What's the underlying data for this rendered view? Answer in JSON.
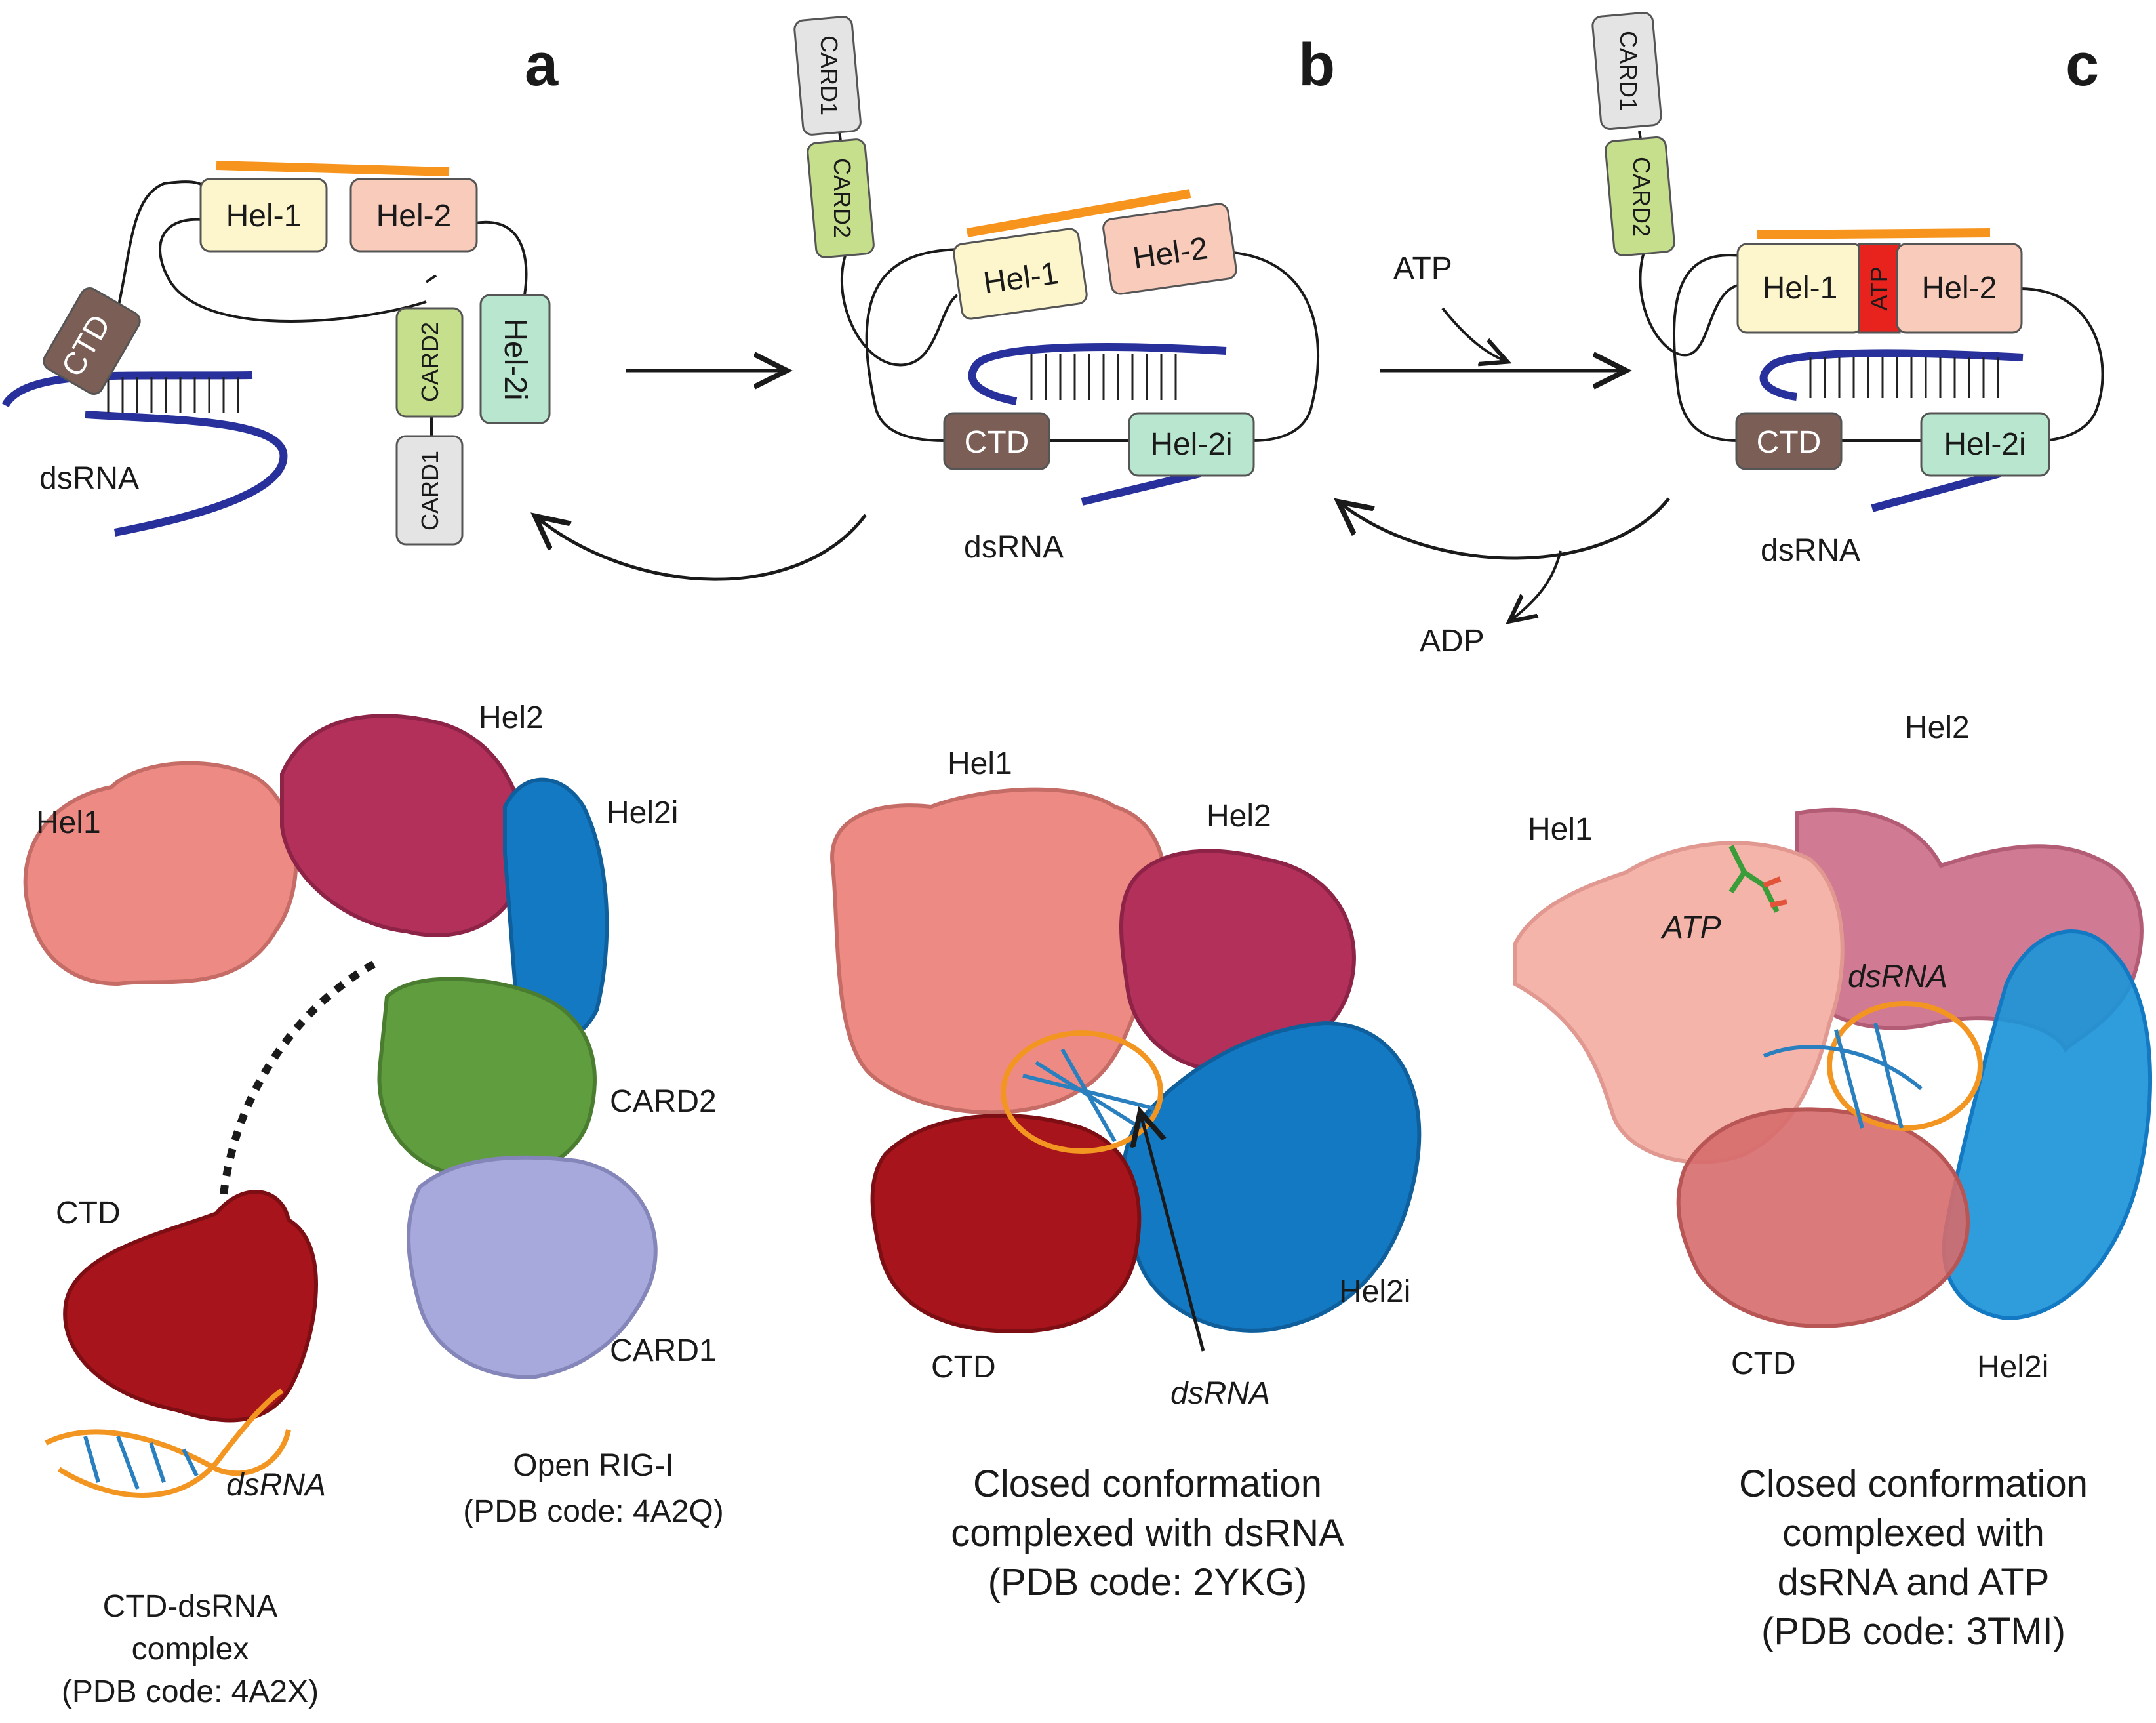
{
  "panels": {
    "a": "a",
    "b": "b",
    "c": "c"
  },
  "domains": {
    "hel1": "Hel-1",
    "hel2": "Hel-2",
    "hel2i": "Hel-2i",
    "card1": "CARD1",
    "card2": "CARD2",
    "ctd": "CTD",
    "atp_site": "ATP"
  },
  "labels": {
    "dsrna": "dsRNA",
    "atp": "ATP",
    "adp": "ADP"
  },
  "structure_labels": {
    "hel1": "Hel1",
    "hel2": "Hel2",
    "hel2i": "Hel2i",
    "card1": "CARD1",
    "card2": "CARD2",
    "ctd": "CTD",
    "dsrna": "dsRNA",
    "atp": "ATP"
  },
  "captions": {
    "a1": [
      "CTD-dsRNA",
      "complex",
      "(PDB code: 4A2X)"
    ],
    "a2": [
      "Open RIG-I",
      "(PDB code: 4A2Q)"
    ],
    "b": [
      "Closed conformation",
      "complexed with dsRNA",
      "(PDB code: 2YKG)"
    ],
    "c": [
      "Closed conformation",
      "complexed with",
      "dsRNA and ATP",
      "(PDB code: 3TMI)"
    ]
  },
  "colors": {
    "hel1_box": "#fdf6cc",
    "hel2_box": "#f9cbbb",
    "hel2i_box": "#b9e6cf",
    "card2_box": "#c5df8c",
    "card1_box": "#e4e4e4",
    "ctd_box": "#7b5e55",
    "atp_box": "#e8231e",
    "rna": "#27309b",
    "orange_bar": "#f7941d",
    "s_hel1": "#ee8a84",
    "s_hel2": "#b3305a",
    "s_hel2i": "#1479c3",
    "s_card2": "#5f9d3f",
    "s_card1": "#a7a8dc",
    "s_ctd": "#a8141b"
  }
}
